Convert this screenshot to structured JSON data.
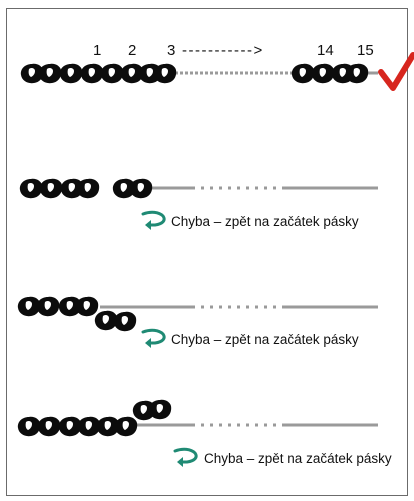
{
  "numbers": {
    "one": "1",
    "two": "2",
    "three": "3",
    "arrow": "----------->",
    "fourteen": "14",
    "fifteen": "15"
  },
  "rows": [
    {
      "status": "correct",
      "icon": "red-check-icon",
      "message": ""
    },
    {
      "status": "error",
      "icon": "return-arrow-icon",
      "message": "Chyba – zpět na začátek pásky"
    },
    {
      "status": "error",
      "icon": "return-arrow-icon",
      "message": "Chyba – zpět na začátek pásky"
    },
    {
      "status": "error",
      "icon": "return-arrow-icon",
      "message": "Chyba – zpět na začátek pásky"
    }
  ],
  "colors": {
    "check": "#d7261e",
    "return_arrow": "#1f8a74",
    "tape": "#9a9a9a",
    "bead": "#0c0c0c"
  }
}
